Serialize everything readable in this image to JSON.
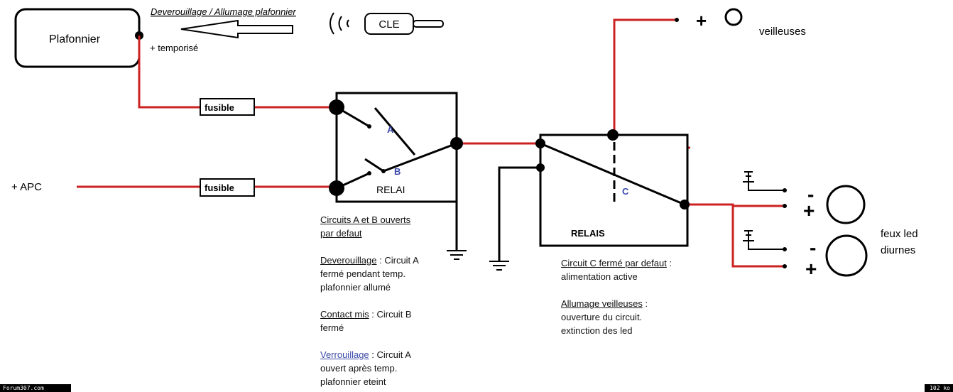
{
  "header": {
    "title": "Deverouillage / Allumage plafonnier",
    "cle": "CLE"
  },
  "labels": {
    "plafonnier": "Plafonnier",
    "temporise": "+ temporisé",
    "apc": "+ APC",
    "fusible_1": "fusible",
    "fusible_2": "fusible",
    "relai": "RELAI",
    "relais": "RELAIS",
    "contact_a": "A",
    "contact_b": "B",
    "contact_c": "C",
    "plus_veilleuses": "+",
    "veilleuses": "veilleuses",
    "minus_1": "-",
    "plus_1": "+",
    "minus_2": "-",
    "plus_2": "+",
    "feux_line1": "feux led",
    "feux_line2": "diurnes"
  },
  "notes_relai": {
    "l1": "Circuits A et B ouverts",
    "l2": "par defaut",
    "dev_h": "Deverouillage",
    "dev_t": " : Circuit A",
    "dev_2": "fermé pendant temp.",
    "dev_3": "plafonnier allumé",
    "con_h": "Contact mis",
    "con_t": " : Circuit B",
    "con_2": "fermé",
    "ver_h": "Verrouillage",
    "ver_t": " : Circuit A",
    "ver_2": "ouvert après temp.",
    "ver_3": "plafonnier eteint"
  },
  "notes_relais": {
    "c_h": "Circuit C fermé par defaut",
    "c_t": " :",
    "c_2": "alimentation active",
    "al_h": "Allumage veilleuses",
    "al_t": " :",
    "al_2": "ouverture du circuit.",
    "al_3": "extinction des led"
  },
  "footer": {
    "left": "Forum307.com",
    "right": "102 ko"
  },
  "colors": {
    "wire_red": "#cc2222",
    "wire_black": "#000000",
    "contact_blue": "#3b4aa8"
  }
}
